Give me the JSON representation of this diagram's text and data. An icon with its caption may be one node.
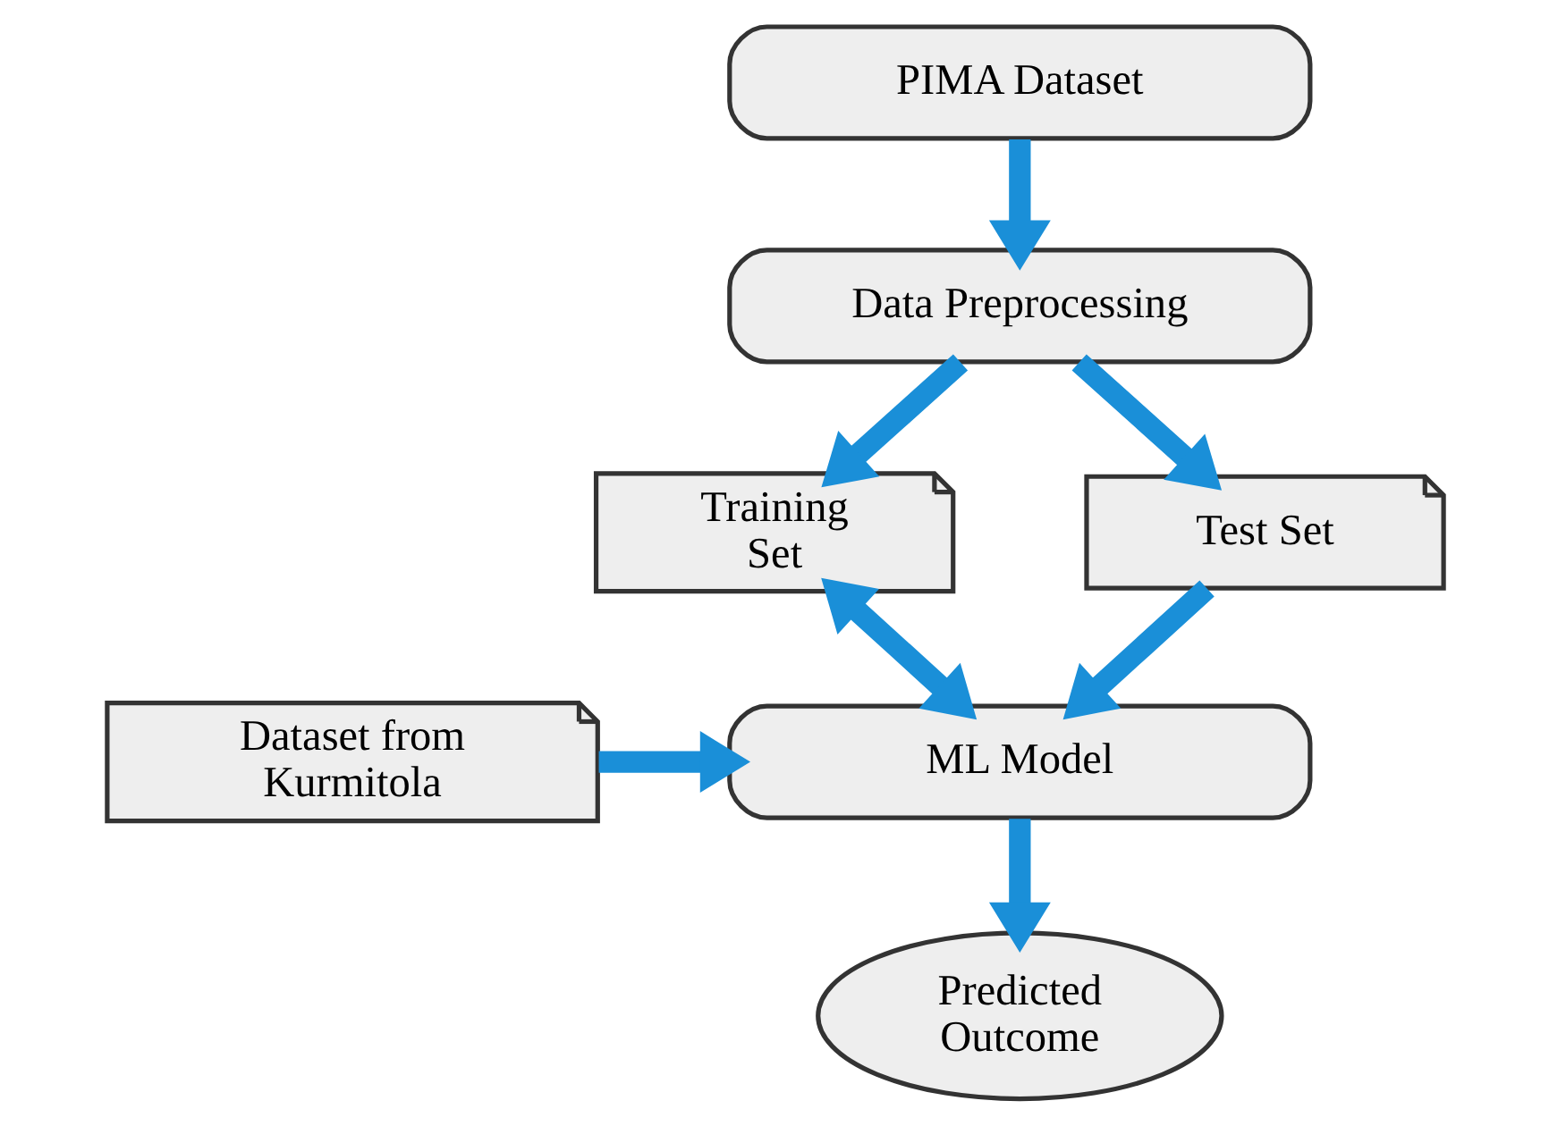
{
  "diagram": {
    "nodes": [
      {
        "text": [
          "PIMA Dataset"
        ]
      },
      {
        "text": [
          "Data Preprocessing"
        ]
      },
      {
        "text": [
          "Training Set"
        ]
      },
      {
        "text": [
          "Test Set"
        ]
      },
      {
        "text": [
          "Dataset from Kurmitola"
        ]
      },
      {
        "text": [
          "ML Model"
        ]
      },
      {
        "text": [
          "Predicted Outcome"
        ]
      }
    ],
    "edges": [
      {
        "from": 0,
        "to": 1,
        "arrow": "to"
      },
      {
        "from": 1,
        "to": 2,
        "arrow": "to"
      },
      {
        "from": 1,
        "to": 3,
        "arrow": "to"
      },
      {
        "from": 2,
        "to": 5,
        "arrow": "both"
      },
      {
        "from": 3,
        "to": 5,
        "arrow": "to"
      },
      {
        "from": 4,
        "to": 5,
        "arrow": "to"
      },
      {
        "from": 5,
        "to": 6,
        "arrow": "to"
      }
    ]
  }
}
